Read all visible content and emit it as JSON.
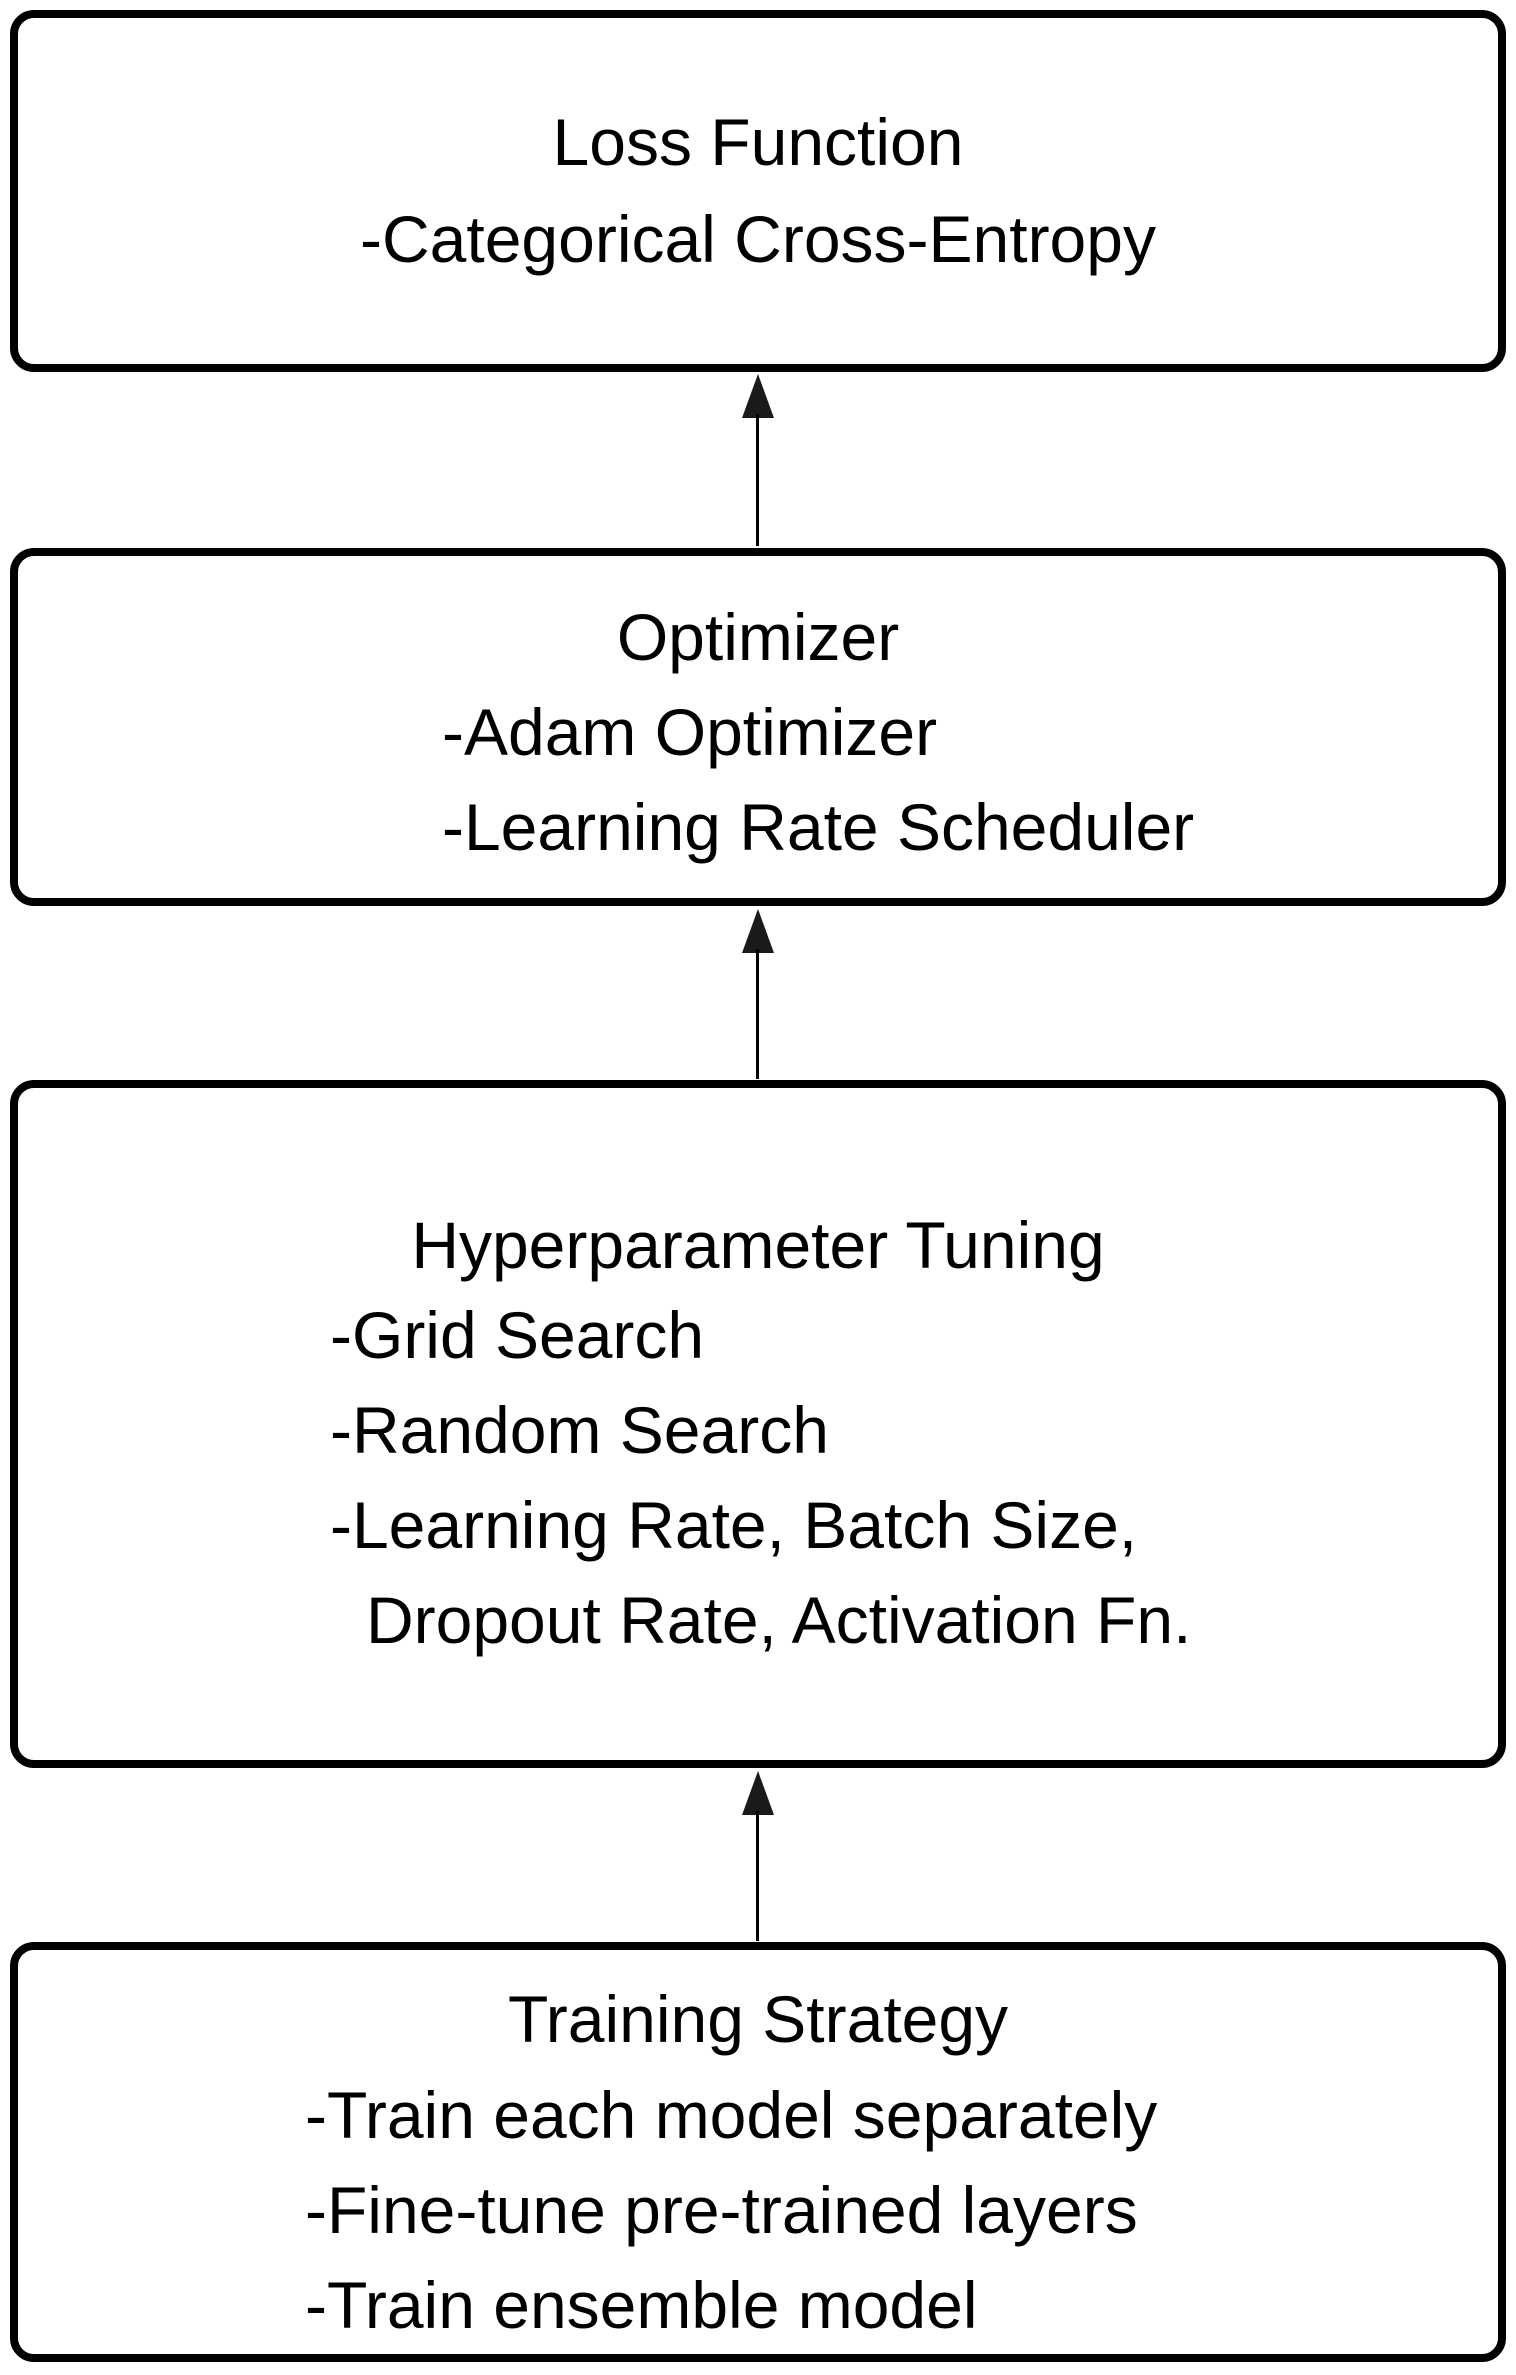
{
  "page": {
    "background": "#ffffff",
    "line_color": "#000000",
    "text_color": "#000000"
  },
  "boxes": [
    {
      "id": "loss-function",
      "title": "Loss Function",
      "lines": [
        "-Categorical Cross-Entropy"
      ]
    },
    {
      "id": "optimizer",
      "title": "Optimizer",
      "lines": [
        "-Adam Optimizer",
        "-Learning Rate Scheduler"
      ]
    },
    {
      "id": "hyperparameter-tuning",
      "title": "Hyperparameter Tuning",
      "lines": [
        "-Grid Search",
        "-Random Search",
        "-Learning Rate, Batch Size,",
        "Dropout Rate, Activation Fn."
      ]
    },
    {
      "id": "training-strategy",
      "title": "Training Strategy",
      "lines": [
        "-Train each model separately",
        "-Fine-tune pre-trained layers",
        "-Train ensemble model"
      ]
    }
  ],
  "arrows": [
    {
      "from": "optimizer",
      "to": "loss-function",
      "direction": "up"
    },
    {
      "from": "hyperparameter-tuning",
      "to": "optimizer",
      "direction": "up"
    },
    {
      "from": "training-strategy",
      "to": "hyperparameter-tuning",
      "direction": "up"
    }
  ]
}
